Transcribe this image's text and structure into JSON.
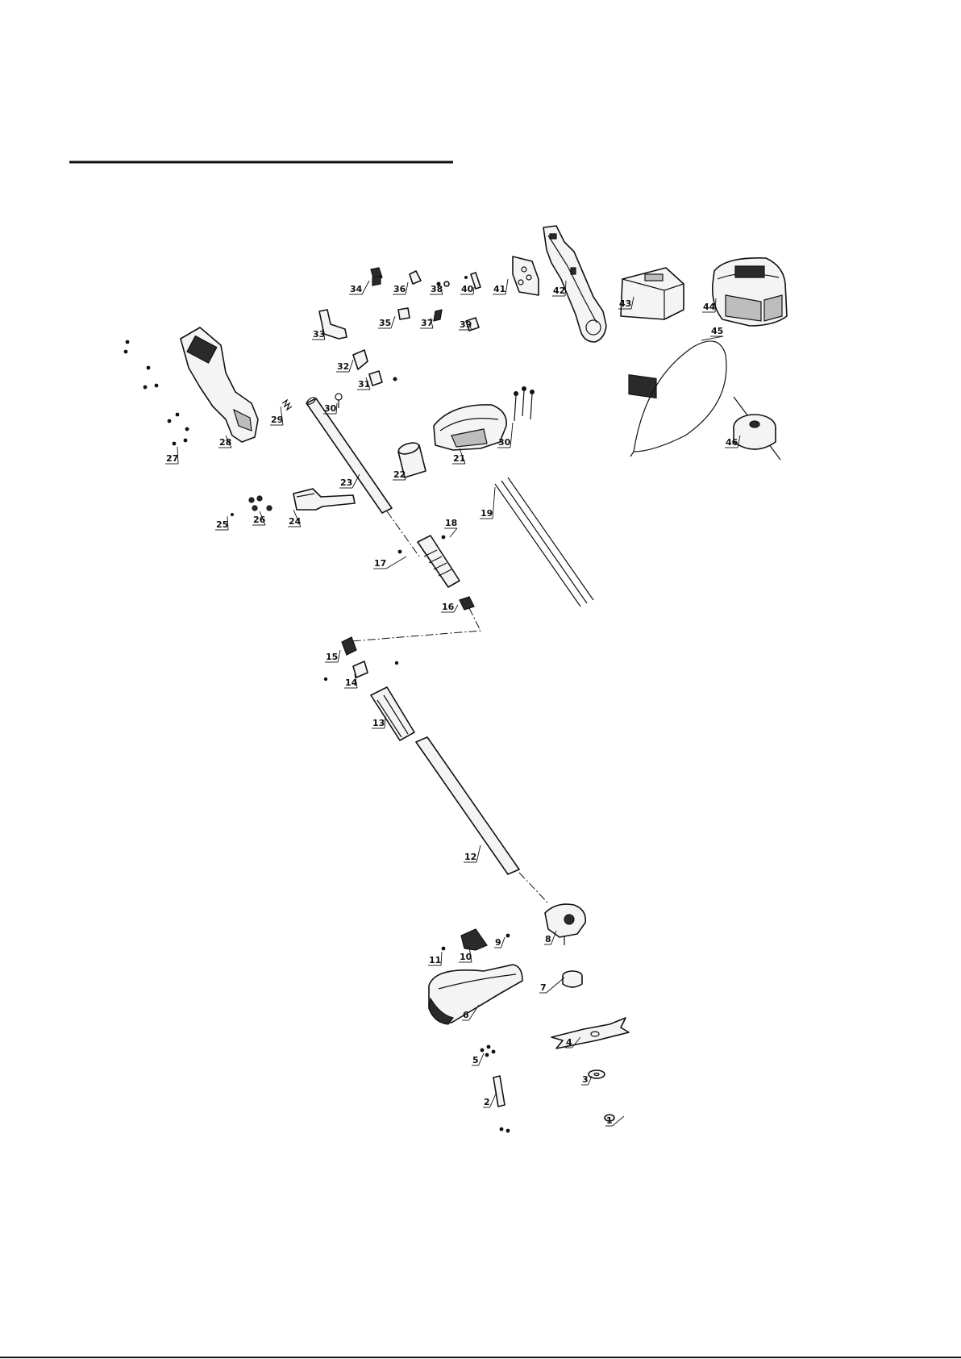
{
  "diagram": {
    "type": "exploded-parts-view",
    "callouts": [
      "1",
      "2",
      "3",
      "4",
      "5",
      "6",
      "7",
      "8",
      "9",
      "10",
      "11",
      "12",
      "13",
      "14",
      "15",
      "16",
      "17",
      "18",
      "19",
      "21",
      "22",
      "23",
      "24",
      "25",
      "26",
      "27",
      "28",
      "29",
      "30",
      "30",
      "31",
      "32",
      "33",
      "34",
      "35",
      "36",
      "37",
      "38",
      "39",
      "40",
      "41",
      "42",
      "43",
      "44",
      "45",
      "46"
    ]
  }
}
